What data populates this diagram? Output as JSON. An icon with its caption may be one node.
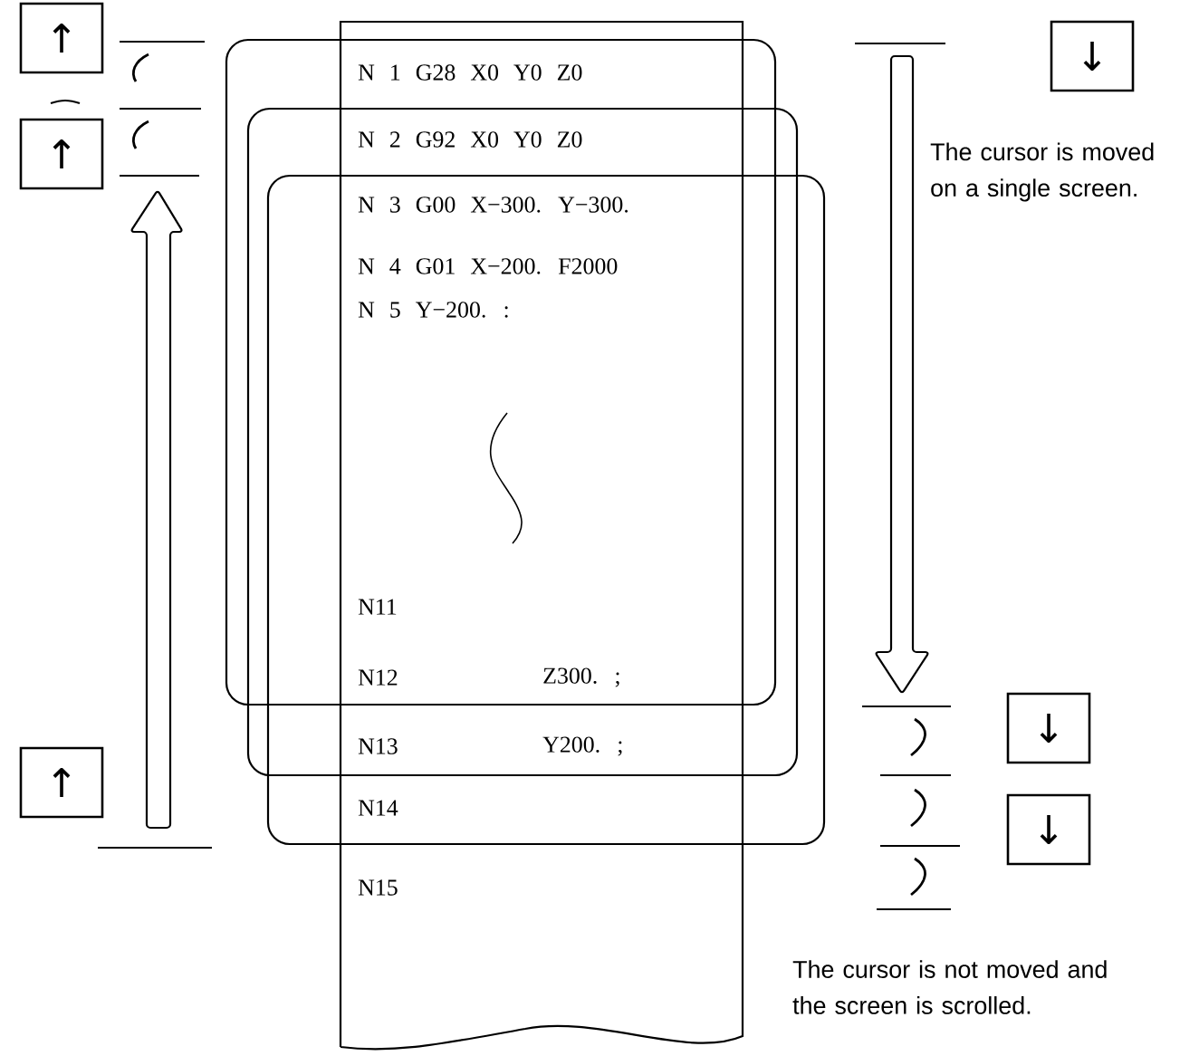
{
  "diagram": {
    "nodes": [
      {
        "text": [
          "↑"
        ]
      },
      {
        "text": [
          "↑"
        ]
      },
      {
        "text": [
          "↑"
        ]
      },
      {
        "text": [
          "↓"
        ]
      },
      {
        "text": [
          "↓"
        ]
      },
      {
        "text": [
          "↓"
        ]
      }
    ],
    "labels": [
      "N 1 G28 X0 Y0 Z0",
      "N 2 G92 X0 Y0 Z0",
      "N 3 G00 X−300. Y−300.",
      "N 4 G01 X−200. F2000",
      "N 5 Y−200. :",
      "N11",
      "N12",
      "Z300. ;",
      "N13",
      "Y200. ;",
      "N14",
      "N15",
      "The cursor is moved on a single screen.",
      "The cursor is not moved and the screen is scrolled."
    ]
  }
}
